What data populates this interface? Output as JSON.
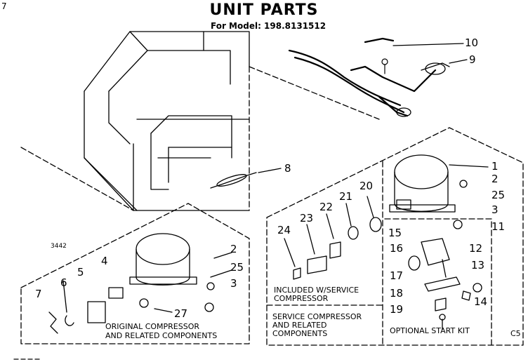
{
  "header": {
    "title": "UNIT PARTS",
    "model_line": "For Model: 198.8131512",
    "corner_mark": "7"
  },
  "captions": {
    "original": [
      "ORIGINAL COMPRESSOR",
      "AND RELATED COMPONENTS"
    ],
    "included": [
      "INCLUDED W/SERVICE",
      "COMPRESSOR"
    ],
    "service": [
      "SERVICE COMPRESSOR",
      "AND RELATED",
      "COMPONENTS"
    ],
    "start_kit": "OPTIONAL START KIT",
    "ref_code": "3442",
    "page_code": "C5"
  },
  "callouts": {
    "n1": "1",
    "n2a": "2",
    "n2b": "2",
    "n3a": "3",
    "n3b": "3",
    "n4": "4",
    "n5": "5",
    "n6": "6",
    "n7": "7",
    "n8": "8",
    "n9": "9",
    "n10": "10",
    "n11": "11",
    "n12": "12",
    "n13": "13",
    "n14": "14",
    "n15": "15",
    "n16": "16",
    "n17": "17",
    "n18": "18",
    "n19": "19",
    "n20": "20",
    "n21": "21",
    "n22": "22",
    "n23": "23",
    "n24": "24",
    "n25a": "25",
    "n25b": "25",
    "n27": "27"
  }
}
